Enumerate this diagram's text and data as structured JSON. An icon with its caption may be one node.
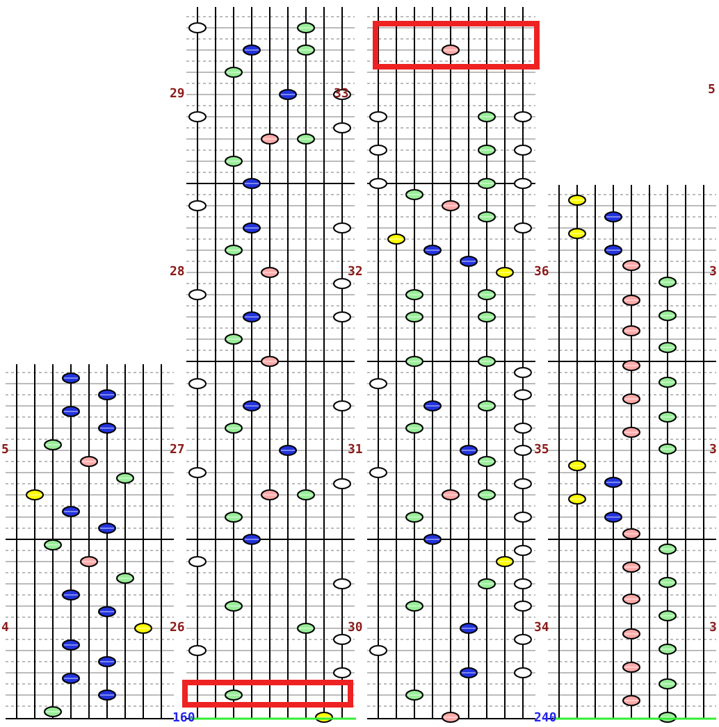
{
  "diagram": {
    "labels": [
      "29",
      "33",
      "5",
      "28",
      "32",
      "36",
      "3",
      "5",
      "27",
      "31",
      "35",
      "3",
      "4",
      "26",
      "30",
      "34",
      "3",
      "160",
      "240"
    ]
  }
}
